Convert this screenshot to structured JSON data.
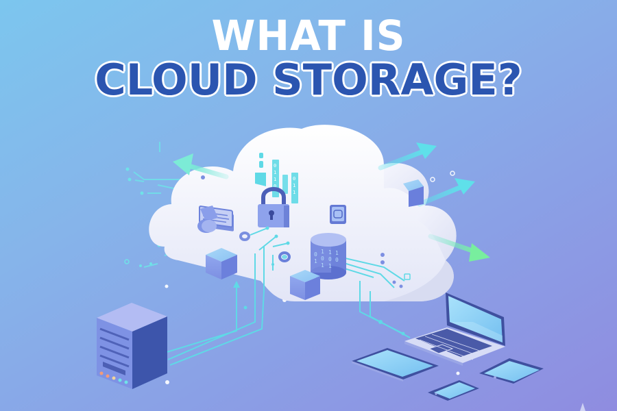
{
  "title": {
    "line1": "WHAT IS",
    "line2": "CLOUD STORAGE?"
  },
  "colors": {
    "background_top_left": "#7cc6ee",
    "background_bottom_right": "#8f8ce0",
    "title_primary": "#ffffff",
    "title_accent": "#2b55b0",
    "cloud": "#eef0fb",
    "circuit_cyan": "#5fe0ea",
    "arrow_green": "#6ee8b0",
    "device_blue": "#6f86d9",
    "screen_blue": "#8fd3f5"
  },
  "illustration": {
    "center": "cloud-icon",
    "cloud_contents": [
      "padlock-icon",
      "database-icon",
      "binary-data-columns",
      "window-panel-icon",
      "chip-icon",
      "cube-icons"
    ],
    "connected_devices": [
      "server-tower-icon",
      "laptop-icon",
      "tablet-icon",
      "phone-icon",
      "small-tablet-icon"
    ],
    "arrows": [
      "upload-arrow-left",
      "upload-arrow-right-top",
      "upload-arrow-right-middle",
      "download-arrow-right-green"
    ],
    "binary_labels": [
      "0",
      "1",
      "1",
      "0",
      "0",
      "1",
      "1",
      "0",
      "0",
      "1"
    ]
  }
}
